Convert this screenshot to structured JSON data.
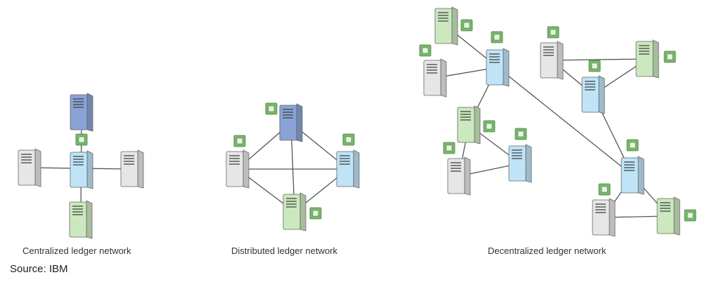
{
  "captions": {
    "centralized": "Centralized ledger network",
    "distributed": "Distributed ledger network",
    "decentralized": "Decentralized ledger network"
  },
  "source": "Source: IBM",
  "colors": {
    "gray_server": "#e6e6e6",
    "blue_server": "#bfe4f7",
    "navy_server": "#8aa3d6",
    "green_server": "#cce8bf",
    "ledger_icon": "#79b86a",
    "link": "#555555"
  },
  "icons": {
    "server": "server-icon",
    "ledger": "ledger-icon"
  }
}
